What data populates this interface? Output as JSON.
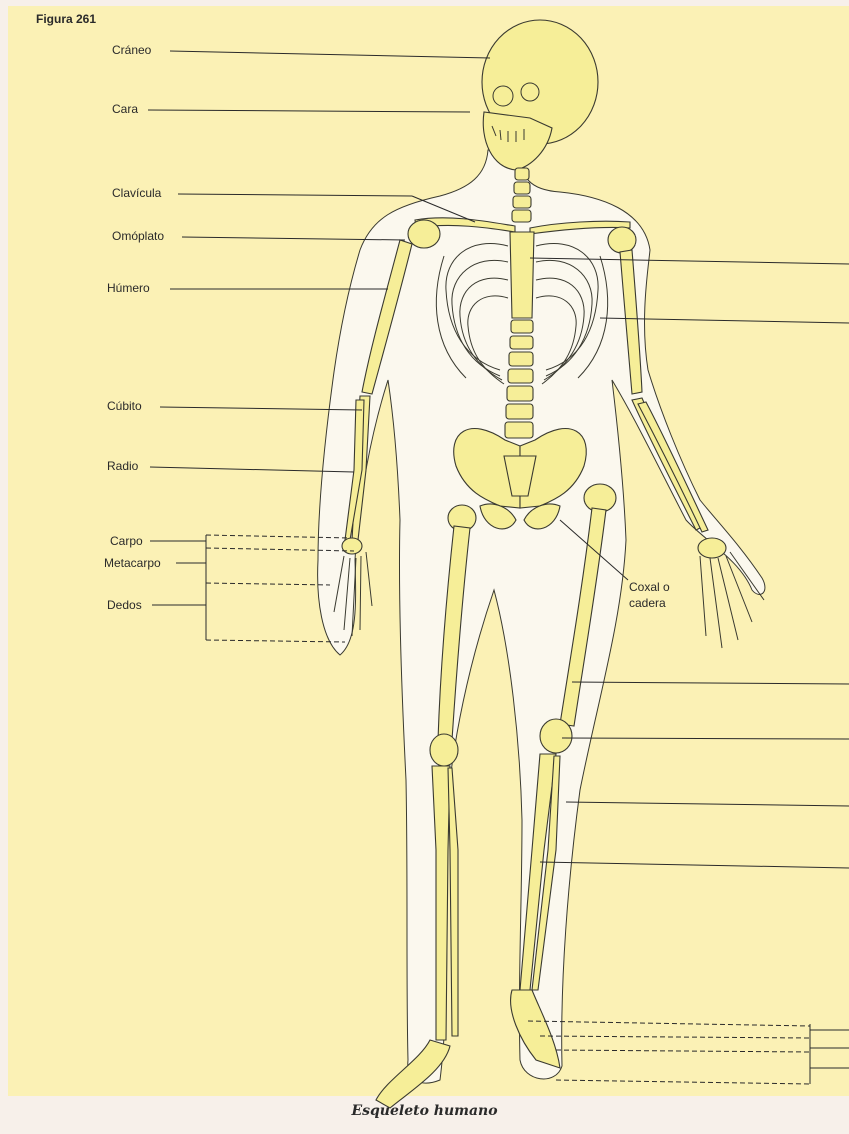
{
  "figure": {
    "number": "Figura 261",
    "caption": "Esqueleto humano"
  },
  "labels": {
    "craneo": "Cráneo",
    "cara": "Cara",
    "clavicula": "Clavícula",
    "omoplato": "Omóplato",
    "humero": "Húmero",
    "cubito": "Cúbito",
    "radio": "Radio",
    "carpo": "Carpo",
    "metacarpo": "Metacarpo",
    "dedos": "Dedos",
    "coxal_line1": "Coxal o",
    "coxal_line2": "cadera"
  },
  "colors": {
    "paper": "#fbf1b5",
    "bone": "#f6ee98",
    "bone_outline": "#3a3a30",
    "silhouette": "#fbf8ee",
    "leader_line": "#2a2a2a"
  }
}
